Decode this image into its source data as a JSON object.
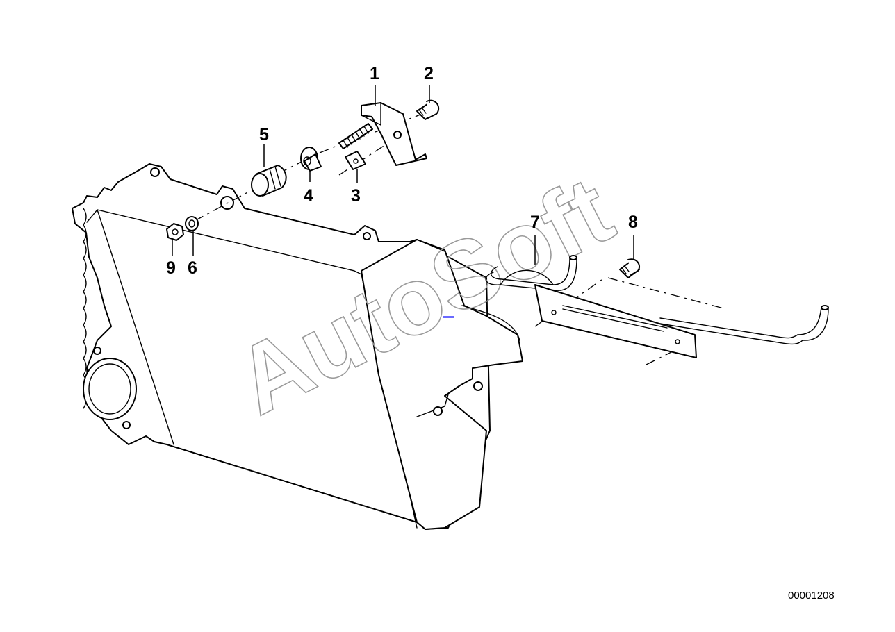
{
  "diagram": {
    "callouts": [
      {
        "id": "1",
        "label": "1"
      },
      {
        "id": "2",
        "label": "2"
      },
      {
        "id": "3",
        "label": "3"
      },
      {
        "id": "4",
        "label": "4"
      },
      {
        "id": "5",
        "label": "5"
      },
      {
        "id": "6",
        "label": "6"
      },
      {
        "id": "7",
        "label": "7"
      },
      {
        "id": "8",
        "label": "8"
      },
      {
        "id": "9",
        "label": "9"
      }
    ],
    "drawing_number": "00001208",
    "watermark": "AutoSoft",
    "colors": {
      "line": "#000000",
      "background": "#ffffff",
      "watermark": "#9a9a9a",
      "marker": "#6a6aff"
    }
  }
}
